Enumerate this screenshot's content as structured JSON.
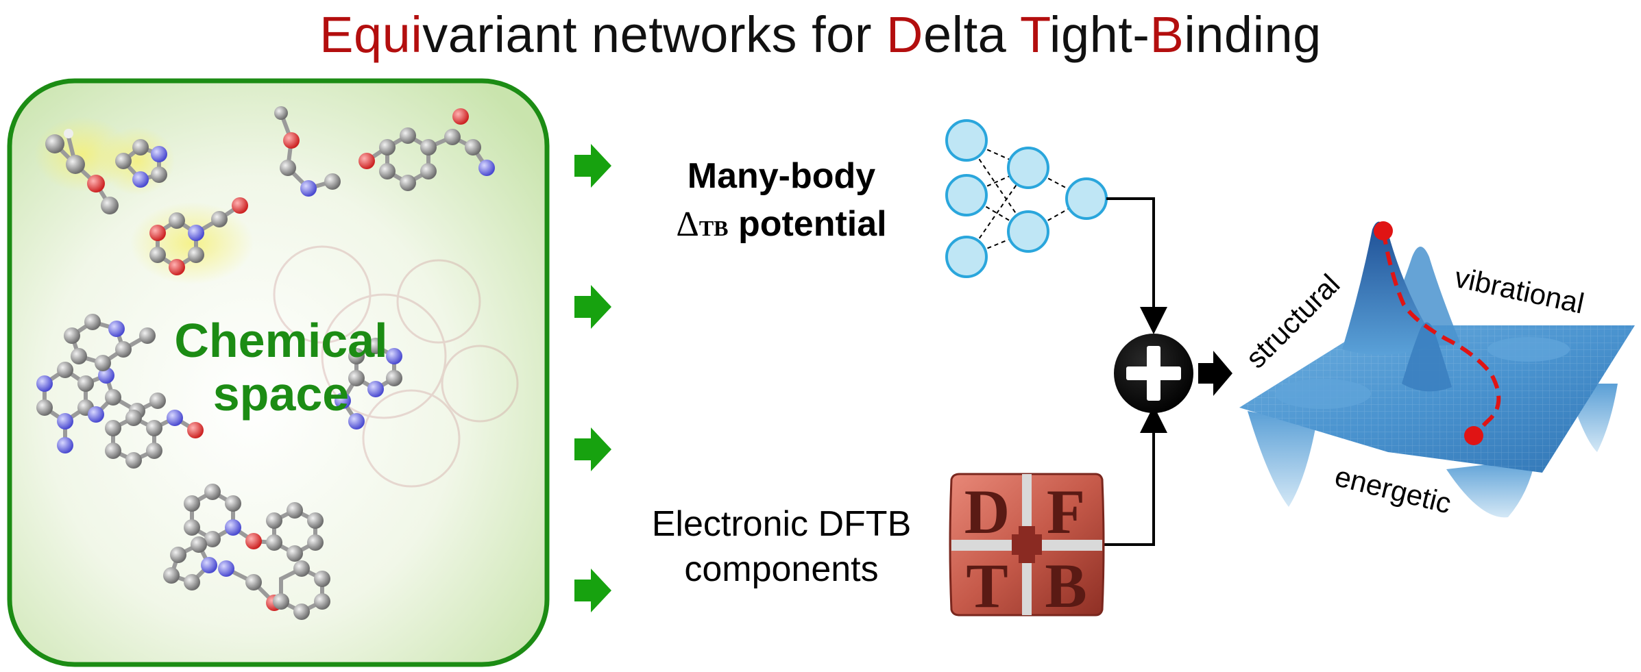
{
  "title": {
    "segments": [
      {
        "text": "Equi",
        "accent": true
      },
      {
        "text": "variant networks for ",
        "accent": false
      },
      {
        "text": "D",
        "accent": true
      },
      {
        "text": "elta ",
        "accent": false
      },
      {
        "text": "T",
        "accent": true
      },
      {
        "text": "ight-",
        "accent": false
      },
      {
        "text": "B",
        "accent": true
      },
      {
        "text": "inding",
        "accent": false
      }
    ]
  },
  "chemical_space": {
    "line1": "Chemical",
    "line2": "space"
  },
  "many_body": {
    "line1": "Many-body",
    "delta": "Δ",
    "sub": "TB",
    "line2_rest": " potential"
  },
  "electronic": {
    "line1": "Electronic DFTB",
    "line2": "components"
  },
  "dftb_logo": {
    "letters": [
      "D",
      "F",
      "T",
      "B"
    ]
  },
  "pes": {
    "label_structural": "structural",
    "label_vibrational": "vibrational",
    "label_energetic": "energetic"
  },
  "colors": {
    "accent": "#b30e0e",
    "green": "#1c8c14",
    "arrow_green": "#17a20f",
    "nn_node": "#bfe6f5",
    "nn_stroke": "#2aa6dc",
    "path": "#e01414",
    "surface": "#3f86c4"
  }
}
